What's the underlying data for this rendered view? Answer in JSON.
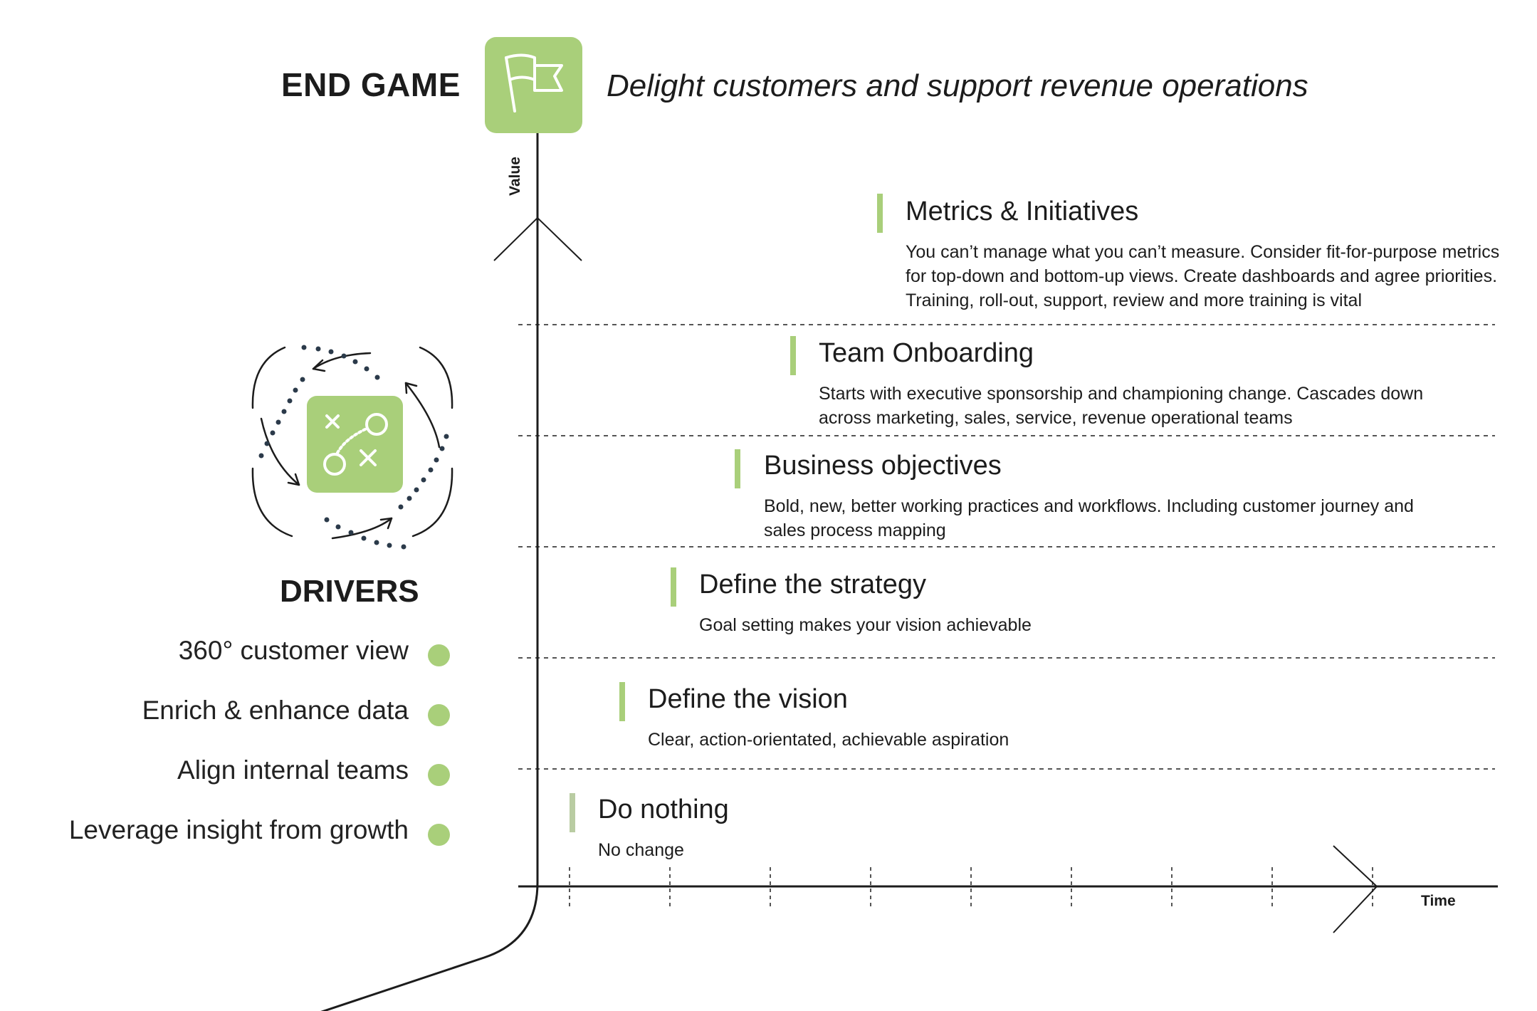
{
  "end_game": {
    "label": "END GAME",
    "tagline": "Delight customers and support revenue operations",
    "icon": "flag-icon"
  },
  "axes": {
    "y_label": "Value",
    "x_label": "Time"
  },
  "drivers": {
    "label": "DRIVERS",
    "icon": "strategy-play-icon",
    "items": [
      "360° customer view",
      "Enrich & enhance data",
      "Align internal teams",
      "Leverage insight from growth"
    ]
  },
  "stages": [
    {
      "title": "Metrics & Initiatives",
      "description": "You can’t manage what you can’t measure. Consider fit-for-purpose metrics for top-down and bottom-up views. Create dashboards and agree priorities. Training, roll-out, support, review and more training is vital"
    },
    {
      "title": "Team Onboarding",
      "description": "Starts with executive sponsorship and championing change. Cascades down across marketing, sales, service, revenue operational teams"
    },
    {
      "title": "Business objectives",
      "description": "Bold, new, better working practices and workflows. Including customer journey and sales process mapping"
    },
    {
      "title": "Define the strategy",
      "description": "Goal setting makes your vision achievable"
    },
    {
      "title": "Define the vision",
      "description": "Clear, action-orientated, achievable aspiration"
    },
    {
      "title": "Do nothing",
      "description": "No change"
    }
  ],
  "colors": {
    "accent": "#a9cf7a",
    "do_nothing_bar": "#b9cca2",
    "axis": "#1c1c1c",
    "dots": "#2b3a4a"
  }
}
